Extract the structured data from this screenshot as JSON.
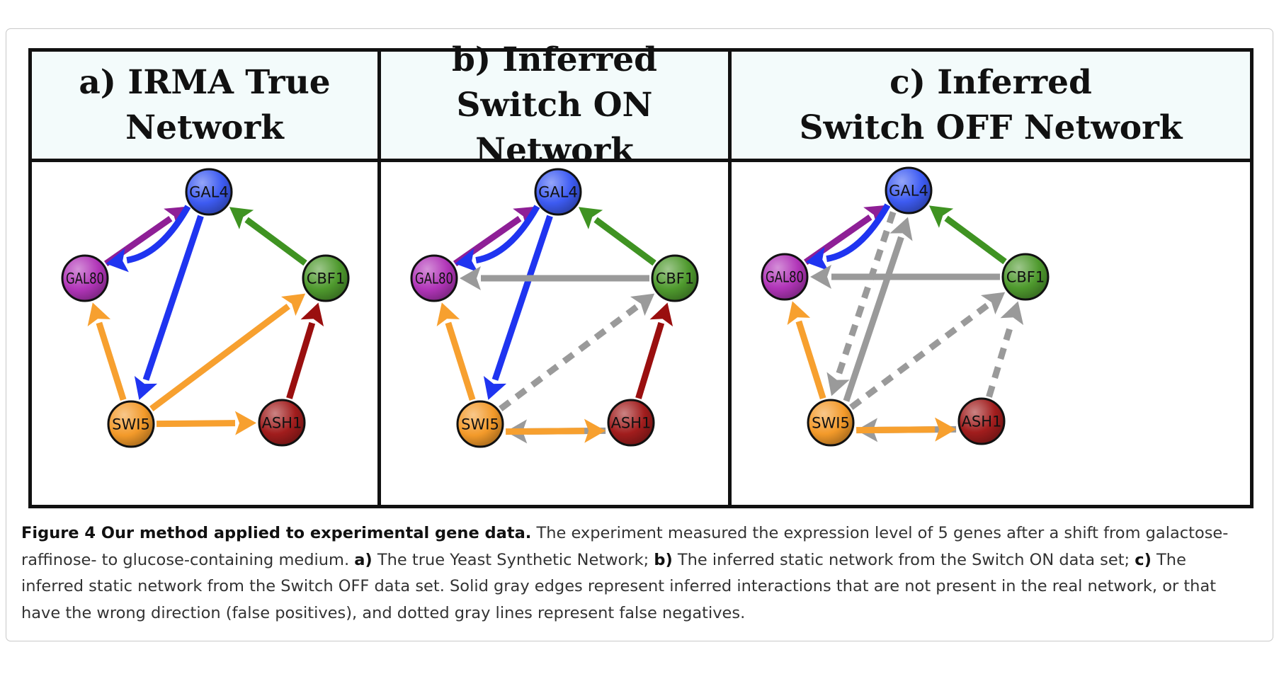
{
  "panels": [
    {
      "id": "a",
      "title_lines": [
        "a) IRMA True Network"
      ],
      "nodes": {
        "GAL4": {
          "label": "GAL4",
          "color": "#3d5bf2"
        },
        "GAL80": {
          "label": "GAL80",
          "color": "#b135b8"
        },
        "CBF1": {
          "label": "CBF1",
          "color": "#4f9a2e"
        },
        "SWI5": {
          "label": "SWI5",
          "color": "#f39a2a"
        },
        "ASH1": {
          "label": "ASH1",
          "color": "#a11d1d"
        }
      },
      "edges": [
        {
          "from": "GAL80",
          "to": "GAL4",
          "color": "#8e1f96",
          "style": "solid"
        },
        {
          "from": "GAL4",
          "to": "GAL80",
          "color": "#1f34f0",
          "style": "solid",
          "curved": true
        },
        {
          "from": "GAL4",
          "to": "SWI5",
          "color": "#1f34f0",
          "style": "solid"
        },
        {
          "from": "CBF1",
          "to": "GAL4",
          "color": "#3f9322",
          "style": "solid"
        },
        {
          "from": "SWI5",
          "to": "GAL80",
          "color": "#f7a02f",
          "style": "solid"
        },
        {
          "from": "SWI5",
          "to": "CBF1",
          "color": "#f7a02f",
          "style": "solid"
        },
        {
          "from": "SWI5",
          "to": "ASH1",
          "color": "#f7a02f",
          "style": "solid"
        },
        {
          "from": "ASH1",
          "to": "CBF1",
          "color": "#9a0f0f",
          "style": "solid"
        }
      ]
    },
    {
      "id": "b",
      "title_lines": [
        "b) Inferred",
        "Switch ON Network"
      ],
      "nodes": {
        "GAL4": {
          "label": "GAL4",
          "color": "#3d5bf2"
        },
        "GAL80": {
          "label": "GAL80",
          "color": "#b135b8"
        },
        "CBF1": {
          "label": "CBF1",
          "color": "#4f9a2e"
        },
        "SWI5": {
          "label": "SWI5",
          "color": "#f39a2a"
        },
        "ASH1": {
          "label": "ASH1",
          "color": "#a11d1d"
        }
      },
      "edges": [
        {
          "from": "GAL80",
          "to": "GAL4",
          "color": "#8e1f96",
          "style": "solid"
        },
        {
          "from": "GAL4",
          "to": "GAL80",
          "color": "#1f34f0",
          "style": "solid",
          "curved": true
        },
        {
          "from": "GAL4",
          "to": "SWI5",
          "color": "#1f34f0",
          "style": "solid"
        },
        {
          "from": "CBF1",
          "to": "GAL4",
          "color": "#3f9322",
          "style": "solid"
        },
        {
          "from": "CBF1",
          "to": "GAL80",
          "color": "#9a9a9a",
          "style": "solid"
        },
        {
          "from": "SWI5",
          "to": "GAL80",
          "color": "#f7a02f",
          "style": "solid"
        },
        {
          "from": "SWI5",
          "to": "CBF1",
          "color": "#9a9a9a",
          "style": "dashed"
        },
        {
          "from": "ASH1",
          "to": "SWI5",
          "color": "#9a9a9a",
          "style": "solid",
          "offset": -1
        },
        {
          "from": "SWI5",
          "to": "ASH1",
          "color": "#f7a02f",
          "style": "solid",
          "offset": 1
        },
        {
          "from": "ASH1",
          "to": "CBF1",
          "color": "#9a0f0f",
          "style": "solid"
        }
      ]
    },
    {
      "id": "c",
      "title_lines": [
        "c) Inferred",
        "Switch OFF Network"
      ],
      "nodes": {
        "GAL4": {
          "label": "GAL4",
          "color": "#3d5bf2"
        },
        "GAL80": {
          "label": "GAL80",
          "color": "#b135b8"
        },
        "CBF1": {
          "label": "CBF1",
          "color": "#4f9a2e"
        },
        "SWI5": {
          "label": "SWI5",
          "color": "#f39a2a"
        },
        "ASH1": {
          "label": "ASH1",
          "color": "#a11d1d"
        }
      },
      "edges": [
        {
          "from": "GAL80",
          "to": "GAL4",
          "color": "#8e1f96",
          "style": "solid"
        },
        {
          "from": "GAL4",
          "to": "GAL80",
          "color": "#1f34f0",
          "style": "solid",
          "curved": true
        },
        {
          "from": "GAL4",
          "to": "SWI5",
          "color": "#9a9a9a",
          "style": "dashed",
          "offset": 1
        },
        {
          "from": "SWI5",
          "to": "GAL4",
          "color": "#9a9a9a",
          "style": "solid",
          "offset": 1
        },
        {
          "from": "CBF1",
          "to": "GAL4",
          "color": "#3f9322",
          "style": "solid"
        },
        {
          "from": "CBF1",
          "to": "GAL80",
          "color": "#9a9a9a",
          "style": "solid"
        },
        {
          "from": "SWI5",
          "to": "GAL80",
          "color": "#f7a02f",
          "style": "solid"
        },
        {
          "from": "SWI5",
          "to": "CBF1",
          "color": "#9a9a9a",
          "style": "dashed"
        },
        {
          "from": "ASH1",
          "to": "CBF1",
          "color": "#9a9a9a",
          "style": "dashed"
        },
        {
          "from": "ASH1",
          "to": "SWI5",
          "color": "#9a9a9a",
          "style": "solid",
          "offset": -1
        },
        {
          "from": "SWI5",
          "to": "ASH1",
          "color": "#f7a02f",
          "style": "solid",
          "offset": 1
        }
      ]
    }
  ],
  "caption": {
    "figure_label": "Figure 4 Our method applied to experimental gene data.",
    "intro": " The experiment measured the expression level of 5 genes after a shift from galactose-raffinose- to glucose-containing medium. ",
    "a_label": "a)",
    "a_text": " The true Yeast Synthetic Network; ",
    "b_label": "b)",
    "b_text": " The inferred static network from the Switch ON data set; ",
    "c_label": "c)",
    "c_text": " The inferred static network from the Switch OFF data set. Solid gray edges represent inferred interactions that are not present in the real network, or that have the wrong direction (false positives), and dotted gray lines represent false negatives."
  }
}
